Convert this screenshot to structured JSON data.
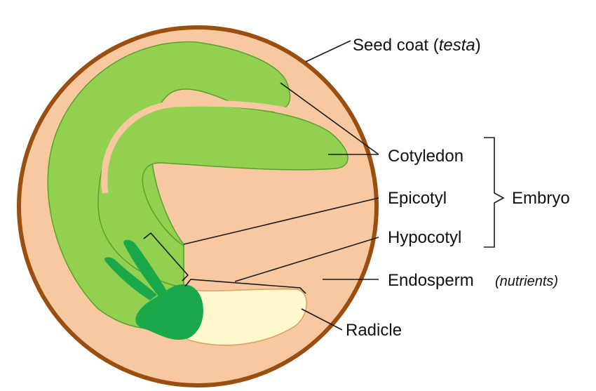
{
  "labels": {
    "seed_coat": "Seed coat (",
    "seed_coat_term": "testa",
    "seed_coat_close": ")",
    "cotyledon": "Cotyledon",
    "epicotyl": "Epicotyl",
    "hypocotyl": "Hypocotyl",
    "embryo": "Embryo",
    "endosperm": "Endosperm",
    "endosperm_note": "(nutrients)",
    "radicle": "Radicle"
  },
  "colors": {
    "seed_coat": "#9a4e0f",
    "endosperm": "#f8c9a0",
    "cotyledon": "#92d050",
    "cotyledon_edge": "#5aa030",
    "plumule": "#1aa84a",
    "radicle": "#fff8cc"
  }
}
